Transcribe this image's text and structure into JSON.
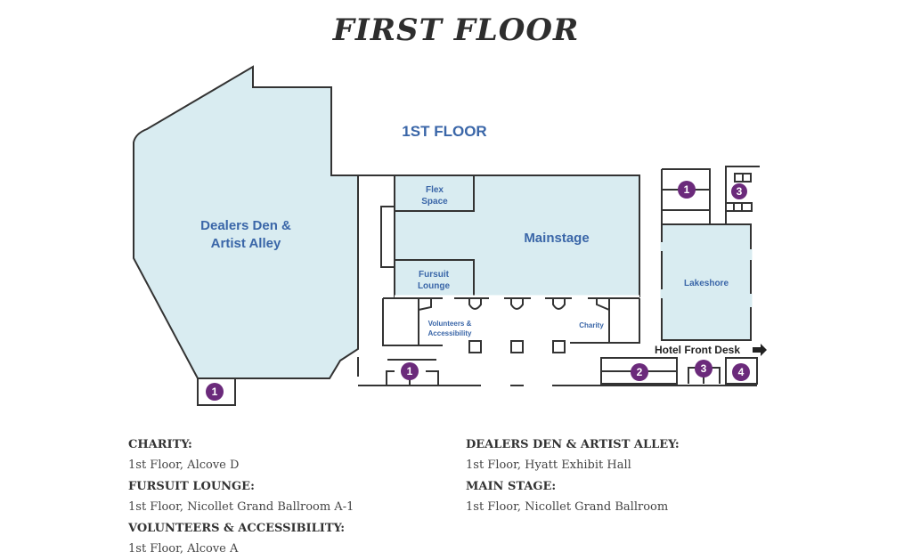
{
  "title": "FIRST FLOOR",
  "map": {
    "floor_label": "1ST FLOOR",
    "rooms": {
      "dealers": [
        "Dealers Den &",
        "Artist Alley"
      ],
      "flex": [
        "Flex",
        "Space"
      ],
      "mainstage": "Mainstage",
      "fursuit": [
        "Fursuit",
        "Lounge"
      ],
      "volunteers": [
        "Volunteers &",
        "Accessibility"
      ],
      "charity": "Charity",
      "lakeshore": "Lakeshore"
    },
    "hotel_front_desk": "Hotel Front Desk",
    "badges": [
      "1",
      "1",
      "1",
      "2",
      "3",
      "3",
      "4"
    ],
    "colors": {
      "room_fill": "#d9ecf1",
      "label": "#3a66a8",
      "badge": "#6b2a7b"
    }
  },
  "legend": {
    "left": [
      {
        "heading": "CHARITY:",
        "value": "1st Floor, Alcove D"
      },
      {
        "heading": "FURSUIT LOUNGE:",
        "value": "1st Floor, Nicollet Grand Ballroom A-1"
      },
      {
        "heading": "VOLUNTEERS & ACCESSIBILITY:",
        "value": "1st Floor, Alcove A"
      }
    ],
    "right": [
      {
        "heading": "DEALERS DEN & ARTIST ALLEY:",
        "value": "1st Floor, Hyatt Exhibit Hall"
      },
      {
        "heading": "MAIN STAGE:",
        "value": "1st Floor, Nicollet Grand Ballroom"
      }
    ]
  }
}
